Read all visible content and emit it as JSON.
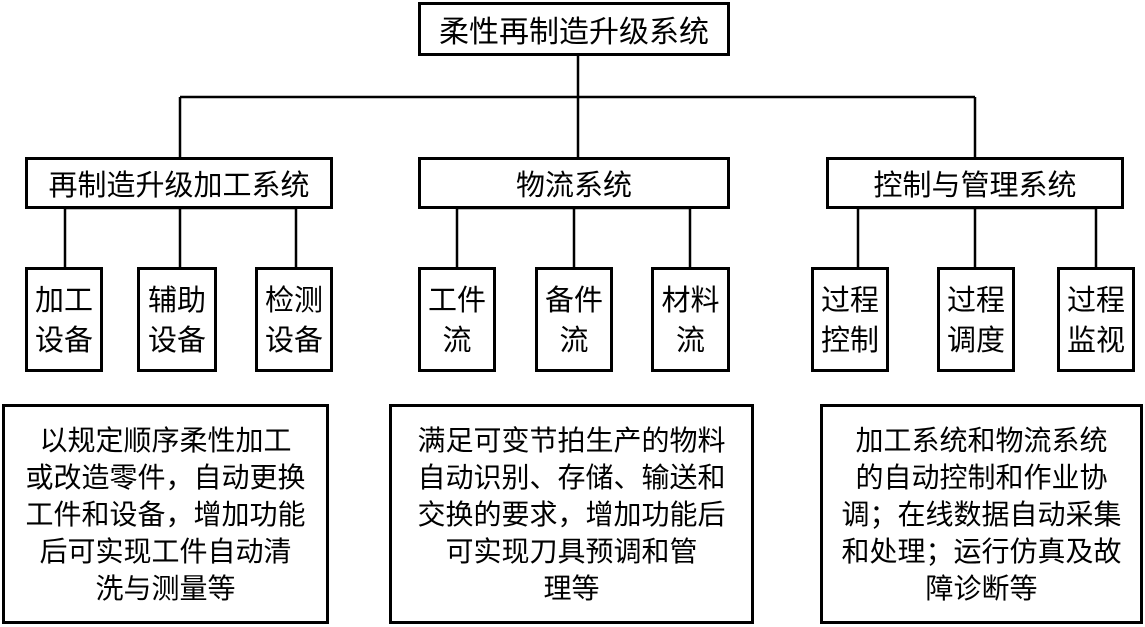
{
  "root": {
    "label": "柔性再制造升级系统"
  },
  "groups": [
    {
      "label": "再制造升级加工系统",
      "children": [
        {
          "line1": "加工",
          "line2": "设备"
        },
        {
          "line1": "辅助",
          "line2": "设备"
        },
        {
          "line1": "检测",
          "line2": "设备"
        }
      ],
      "description": [
        "以规定顺序柔性加工",
        "或改造零件，自动更换",
        "工件和设备，增加功能",
        "后可实现工件自动清",
        "洗与测量等"
      ]
    },
    {
      "label": "物流系统",
      "children": [
        {
          "line1": "工件",
          "line2": "流"
        },
        {
          "line1": "备件",
          "line2": "流"
        },
        {
          "line1": "材料",
          "line2": "流"
        }
      ],
      "description": [
        "满足可变节拍生产的物料",
        "自动识别、存储、输送和",
        "交换的要求，增加功能后",
        "可实现刀具预调和管",
        "理等"
      ]
    },
    {
      "label": "控制与管理系统",
      "children": [
        {
          "line1": "过程",
          "line2": "控制"
        },
        {
          "line1": "过程",
          "line2": "调度"
        },
        {
          "line1": "过程",
          "line2": "监视"
        }
      ],
      "description": [
        "加工系统和物流系统",
        "的自动控制和作业协",
        "调；在线数据自动采集",
        "和处理；运行仿真及故",
        "障诊断等"
      ]
    }
  ]
}
